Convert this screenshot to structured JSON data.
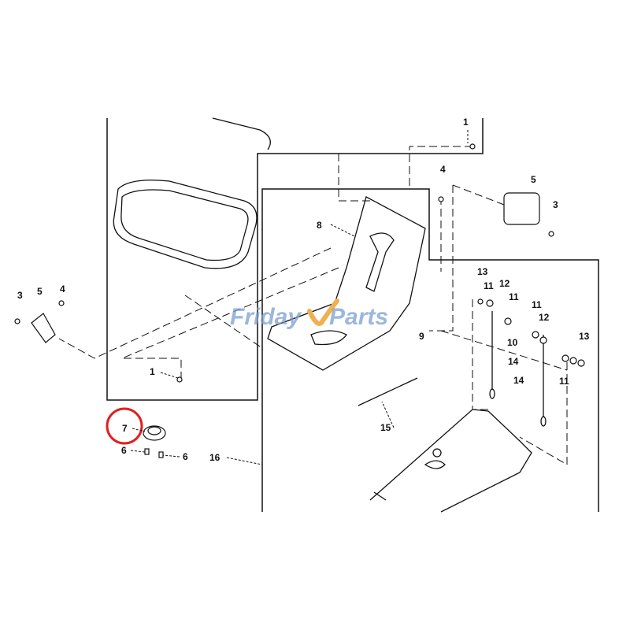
{
  "watermark": {
    "text_left": "Friday",
    "text_right": "Parts",
    "brand_color": "#7a9fd0",
    "accent_color": "#f0b050"
  },
  "highlight": {
    "target_callout": "7",
    "color": "#e02020"
  },
  "callouts": {
    "c1_top": "1",
    "c4_top": "4",
    "c5_right": "5",
    "c3_right": "3",
    "c8": "8",
    "c13_a": "13",
    "c11_a": "11",
    "c12_a": "12",
    "c11_b": "11",
    "c11_c": "11",
    "c12_b": "12",
    "c10": "10",
    "c13_b": "13",
    "c11_d": "11",
    "c14_a": "14",
    "c14_b": "14",
    "c9": "9",
    "c15": "15",
    "c3_left": "3",
    "c5_left": "5",
    "c4_left": "4",
    "c1_bottom": "1",
    "c7": "7",
    "c6_a": "6",
    "c6_b": "6",
    "c16": "16"
  }
}
